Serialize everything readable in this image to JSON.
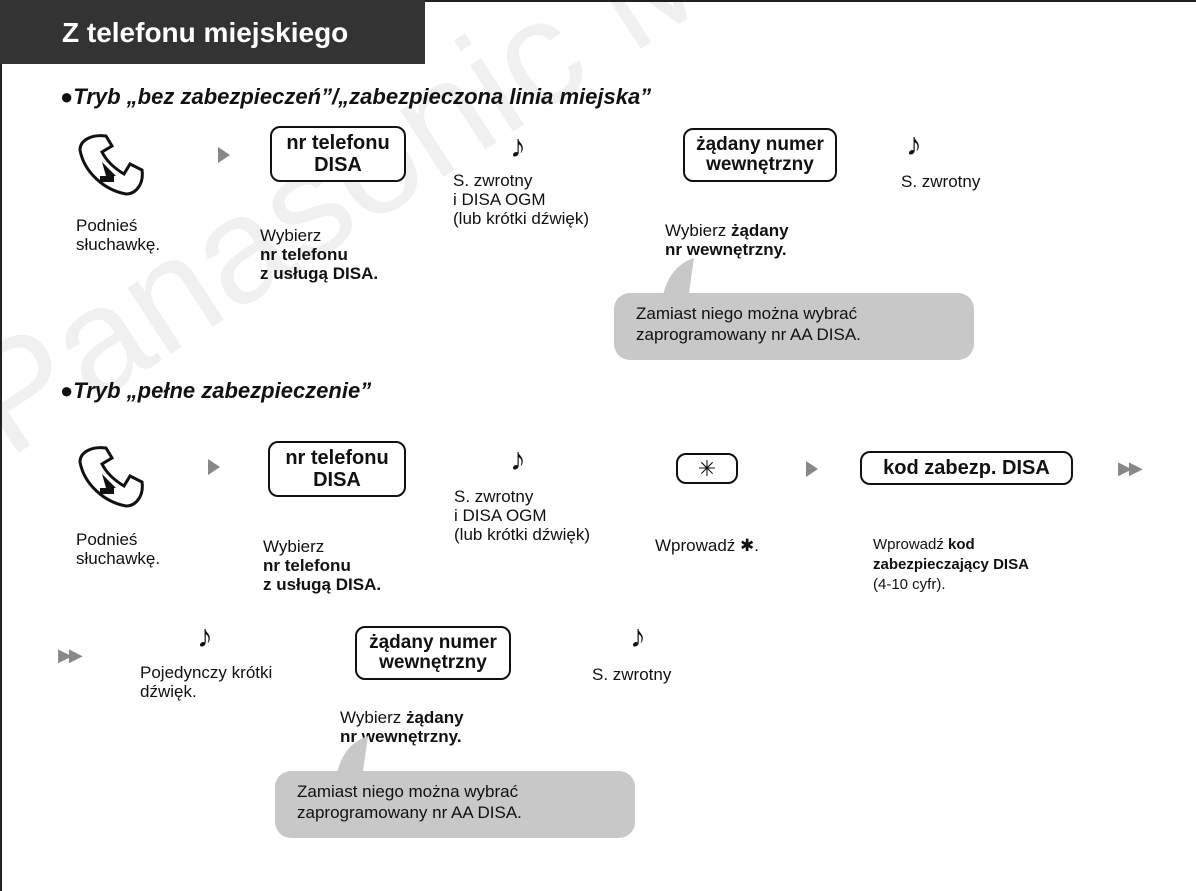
{
  "watermark": "Panasonic Market",
  "tab_title": "Z telefonu miejskiego",
  "section1": {
    "mode_title": "●Tryb „bez zabezpieczeń”/„zabezpieczona linia miejska”",
    "phone_caption": [
      "Podnieś",
      "słuchawkę."
    ],
    "key_disa": [
      "nr telefonu",
      "DISA"
    ],
    "dial_disa_caption": [
      "Wybierz",
      "nr telefonu",
      "z usługą DISA."
    ],
    "tone1_caption": [
      "S. zwrotny",
      "i DISA OGM",
      "(lub krótki dźwięk)"
    ],
    "key_ext": [
      "żądany numer",
      "wewnętrzny"
    ],
    "dial_ext_caption_prefix": "Wybierz ",
    "dial_ext_caption_bold1": "żądany",
    "dial_ext_caption_bold2": "nr wewnętrzny.",
    "tone2_caption": "S. zwrotny",
    "bubble": [
      "Zamiast niego można wybrać",
      "zaprogramowany nr AA DISA."
    ]
  },
  "section2": {
    "mode_title": "●Tryb „pełne zabezpieczenie”",
    "phone_caption": [
      "Podnieś",
      "słuchawkę."
    ],
    "key_disa": [
      "nr telefonu",
      "DISA"
    ],
    "dial_disa_caption": [
      "Wybierz",
      "nr telefonu",
      "z usługą DISA."
    ],
    "tone1_caption": [
      "S. zwrotny",
      "i DISA OGM",
      "(lub krótki dźwięk)"
    ],
    "key_star": "✳",
    "star_caption": "Wprowadź ✱.",
    "key_code": "kod zabezp. DISA",
    "code_caption_prefix": "Wprowadź ",
    "code_caption_bold1": "kod",
    "code_caption_bold2": "zabezpieczający DISA",
    "code_caption_line3": "(4-10 cyfr).",
    "continue_arrow": "▶▶",
    "continue_arrow_left": "▶▶",
    "single_tone_caption": [
      "Pojedynczy krótki",
      "dźwięk."
    ],
    "key_ext": [
      "żądany numer",
      "wewnętrzny"
    ],
    "dial_ext_caption_prefix": "Wybierz ",
    "dial_ext_caption_bold1": "żądany",
    "dial_ext_caption_bold2": "nr wewnętrzny.",
    "tone2_caption": "S. zwrotny",
    "bubble": [
      "Zamiast niego można wybrać",
      "zaprogramowany nr AA DISA."
    ]
  }
}
